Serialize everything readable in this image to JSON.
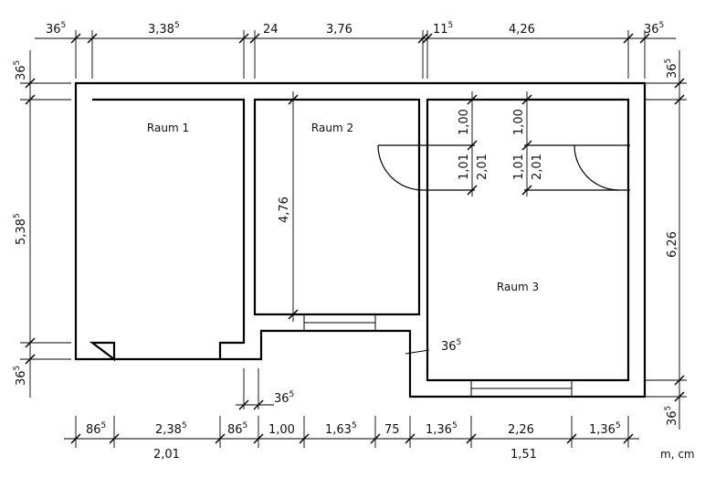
{
  "rooms": [
    "Raum 1",
    "Raum 2",
    "Raum 3"
  ],
  "unit_note": "m, cm",
  "top_dims": [
    {
      "main": "36",
      "sup": "5"
    },
    {
      "main": "3,38",
      "sup": "5"
    },
    {
      "main": "24",
      "sup": ""
    },
    {
      "main": "3,76",
      "sup": ""
    },
    {
      "main": "11",
      "sup": "5"
    },
    {
      "main": "4,26",
      "sup": ""
    },
    {
      "main": "36",
      "sup": "5"
    }
  ],
  "left_dims": [
    {
      "main": "36",
      "sup": "5"
    },
    {
      "main": "5,38",
      "sup": "5"
    },
    {
      "main": "36",
      "sup": "5"
    }
  ],
  "right_dims": [
    {
      "main": "36",
      "sup": "5"
    },
    {
      "main": "6,26",
      "sup": ""
    },
    {
      "main": "36",
      "sup": "5"
    }
  ],
  "bottom_dims_row1": [
    {
      "main": "86",
      "sup": "5"
    },
    {
      "main": "2,38",
      "sup": "5"
    },
    {
      "main": "86",
      "sup": "5"
    },
    {
      "main": "1,00",
      "sup": ""
    },
    {
      "main": "1,63",
      "sup": "5"
    },
    {
      "main": "75",
      "sup": ""
    },
    {
      "main": "1,36",
      "sup": "5"
    },
    {
      "main": "2,26",
      "sup": ""
    },
    {
      "main": "1,36",
      "sup": "5"
    }
  ],
  "bottom_dims_row2": [
    {
      "main": "2,01",
      "sup": ""
    },
    {
      "main": "1,51",
      "sup": ""
    }
  ],
  "inner_dims": {
    "raum2_height": {
      "main": "4,76",
      "sup": ""
    },
    "wall_thickness": {
      "main": "36",
      "sup": "5"
    },
    "wall_thickness_lower": {
      "main": "36",
      "sup": "5"
    },
    "door_left": {
      "a": "1,00",
      "b": "1,01",
      "c": "2,01"
    },
    "door_right": {
      "a": "1,00",
      "b": "1,01",
      "c": "2,01"
    }
  }
}
